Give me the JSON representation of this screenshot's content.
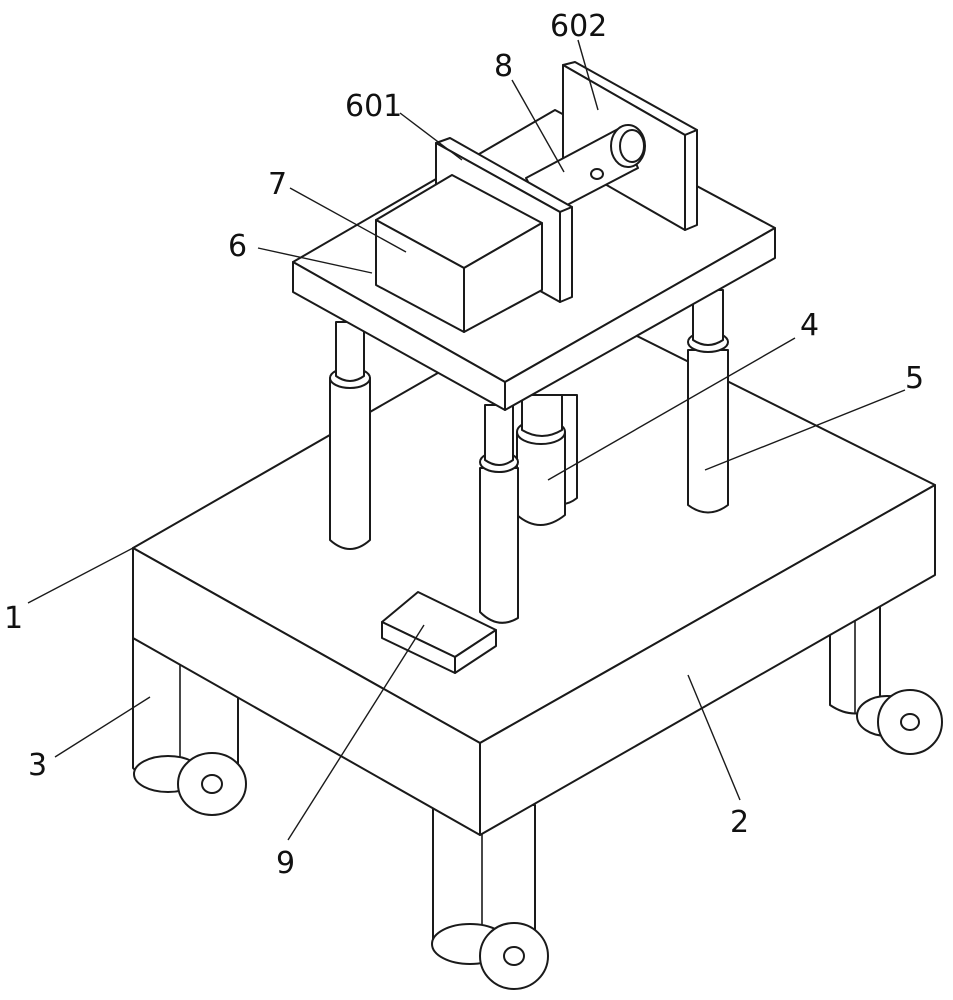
{
  "labels": {
    "l1": "1",
    "l2": "2",
    "l3": "3",
    "l4": "4",
    "l5": "5",
    "l6": "6",
    "l7": "7",
    "l8": "8",
    "l9": "9",
    "l601": "601",
    "l602": "602"
  },
  "colors": {
    "stroke": "#1a1a1a",
    "fill": "#ffffff",
    "background": "#ffffff"
  }
}
